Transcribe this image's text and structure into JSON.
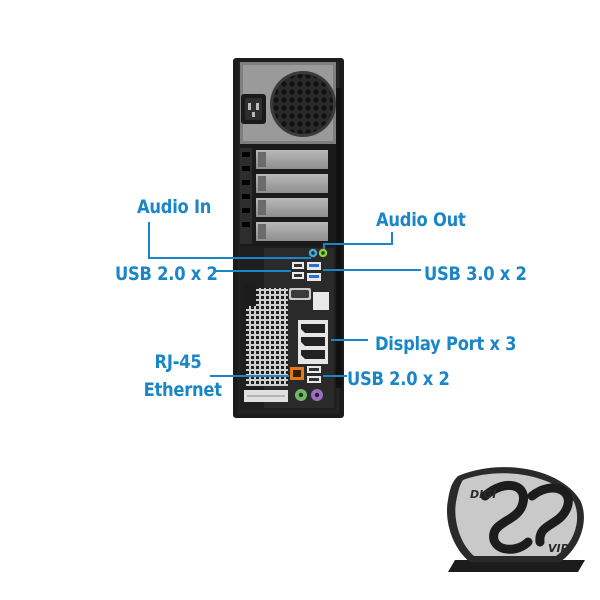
{
  "labels": {
    "audio_in": "Audio In",
    "audio_out": "Audio Out",
    "usb2_top": "USB 2.0 x 2",
    "usb3": "USB 3.0 x 2",
    "display_port": "Display Port x 3",
    "rj45_line1": "RJ-45",
    "rj45_line2": "Ethernet",
    "usb2_bottom": "USB 2.0 x 2"
  },
  "logo": {
    "top_text": "DIGI",
    "bottom_text": "VIP"
  },
  "colors": {
    "label": "#1a86c8",
    "leader_line": "#1a86c8",
    "chassis": "#1c1c1c",
    "chassis_panel": "#8a8a8a",
    "audio_in_jack": "#4aa8d8",
    "audio_out_jack": "#8ccf3a",
    "ethernet_port": "#e07a1a",
    "ps2_keyboard": "#9a6fc0",
    "ps2_mouse": "#6fb86a",
    "usb3_port": "#2a6ed8"
  }
}
